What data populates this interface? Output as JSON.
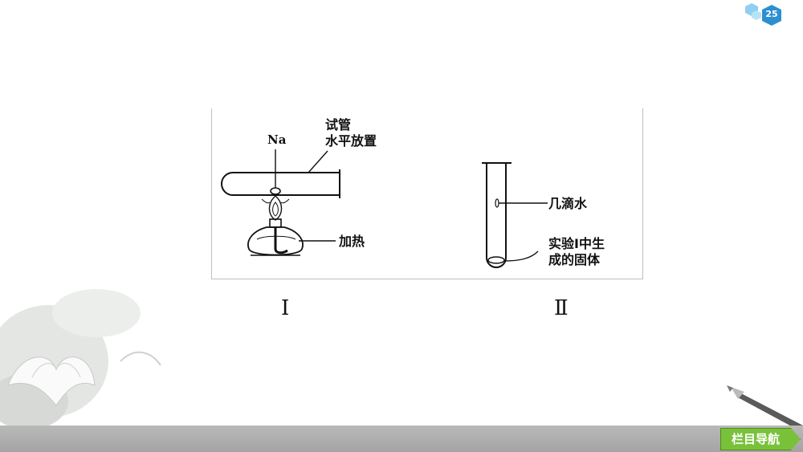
{
  "page_number": "25",
  "figure_one": {
    "reagent_label": "Na",
    "tube_label_line1": "试管",
    "tube_label_line2": "水平放置",
    "heat_label": "加热",
    "caption": "Ⅰ"
  },
  "figure_two": {
    "water_label": "几滴水",
    "solid_label_line1": "实验Ⅰ中生",
    "solid_label_line2": "成的固体",
    "caption": "Ⅱ"
  },
  "nav_button_label": "栏目导航",
  "colors": {
    "badge": "#3a9bd8",
    "nav_button": "#7ac13a",
    "footer_bar": "#b0b0b0"
  }
}
